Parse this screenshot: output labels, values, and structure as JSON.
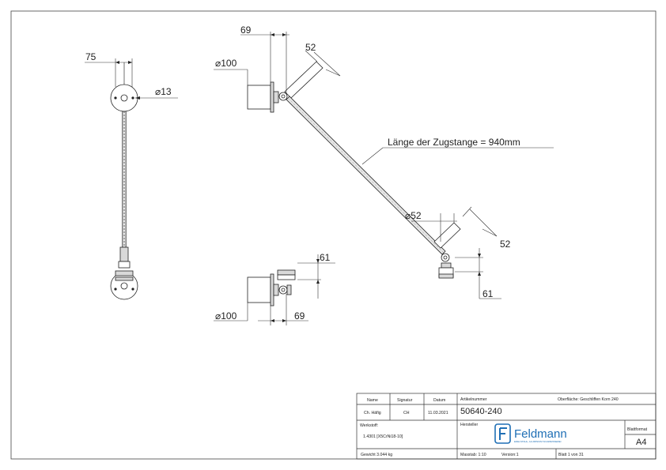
{
  "dimensions": {
    "left_view": {
      "offset": "75",
      "hole_dia": "⌀13"
    },
    "top_view": {
      "width": "69",
      "angle": "52",
      "dia": "⌀100"
    },
    "rod_length": "Länge der Zugstange = 940mm",
    "lower_joint": {
      "dia": "⌀52",
      "angle": "52",
      "height": "61"
    },
    "bottom_view": {
      "height": "61",
      "dia": "⌀100",
      "width": "69"
    }
  },
  "title_block": {
    "col_name": "Name",
    "col_signatur": "Signatur",
    "col_datum": "Datum",
    "name_value": "Ch. Häfig",
    "signatur_value": "CH",
    "datum_value": "11.03.2021",
    "artikelnummer_label": "Artikelnummer",
    "artikelnummer_value": "50640-240",
    "oberflaeche": "Oberfläche: Geschliffen Korn 240",
    "hersteller_label": "Hersteller",
    "werkstoff_label": "Werkstoff:",
    "werkstoff_value": "1.4301 [X5CrNi18-10]",
    "logo_text": "Feldmann",
    "logo_subtext": "EDELSTAHL, ALUMINIUM SCHWEISSEREI",
    "blattformat_label": "Blattformat",
    "blattformat_value": "A4",
    "gewicht": "Gewicht 3.044 kg",
    "massstab": "Masstab: 1:10",
    "version": "Version:1",
    "blatt": "Blatt 1 von 31"
  },
  "colors": {
    "line": "#333333",
    "logo_blue": "#1f6fb5"
  }
}
